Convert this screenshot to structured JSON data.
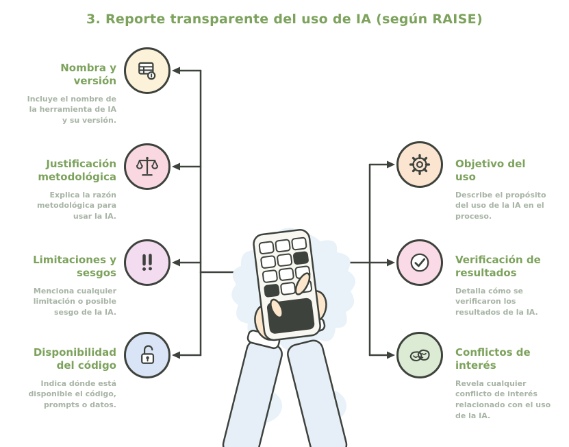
{
  "title": "3. Reporte transparente del uso de IA (según RAISE)",
  "colors": {
    "heading_green": "#7ca25c",
    "description_gray": "#a7b4a5",
    "ink": "#3d423c",
    "splash_blue": "#e9f2f9",
    "sleeve_blue": "#e6eff7",
    "skin": "#fce7cd",
    "phone_body": "#f8f7f1"
  },
  "left_nodes": [
    {
      "heading": "Nombra y\nversión",
      "description": "Incluye el nombre de\nla herramienta de IA\ny su versión.",
      "icon": "receipt-icon",
      "circle_color": "#fcf2d9"
    },
    {
      "heading": "Justificación\nmetodológica",
      "description": "Explica la razón\nmetodológica para\nusar la IA.",
      "icon": "scales-icon",
      "circle_color": "#f9d8e1"
    },
    {
      "heading": "Limitaciones y\nsesgos",
      "description": "Menciona cualquier\nlimitación o posible\nsesgo de la IA.",
      "icon": "double-exclamation-icon",
      "circle_color": "#f3dbf0"
    },
    {
      "heading": "Disponibilidad\ndel código",
      "description": "Indica dónde está\ndisponible el código,\nprompts o datos.",
      "icon": "open-lock-icon",
      "circle_color": "#d9e4f6"
    }
  ],
  "right_nodes": [
    {
      "heading": "Objetivo del\nuso",
      "description": "Describe el propósito\ndel uso de la IA en el\nproceso.",
      "icon": "gear-icon",
      "circle_color": "#fbe4d0"
    },
    {
      "heading": "Verificación de\nresultados",
      "description": "Detalla cómo se\nverificaron los\nresultados de la IA.",
      "icon": "check-icon",
      "circle_color": "#fbdae7"
    },
    {
      "heading": "Conflictos de\ninterés",
      "description": "Revela cualquier\nconflicto de interés\nrelacionado con el uso\nde la IA.",
      "icon": "handshake-icon",
      "circle_color": "#dcebd3"
    }
  ]
}
